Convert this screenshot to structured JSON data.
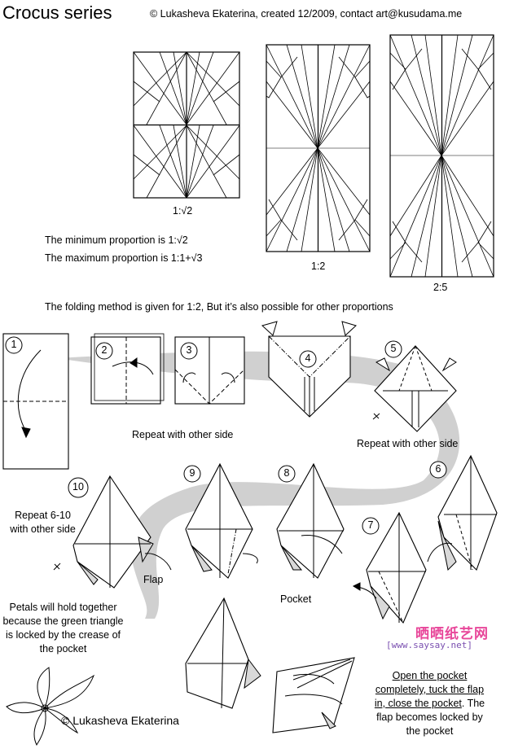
{
  "header": {
    "title": "Crocus series",
    "credit": "© Lukasheva Ekaterina, created 12/2009, contact art@kusudama.me"
  },
  "patterns": [
    {
      "label": "1:√2"
    },
    {
      "label": "1:2"
    },
    {
      "label": "2:5"
    }
  ],
  "proportion_notes": {
    "min": "The minimum proportion is 1:√2",
    "max": "The maximum proportion is 1:1+√3"
  },
  "method_note": "The folding method is given for 1:2, But it’s also possible for other proportions",
  "steps": [
    "1",
    "2",
    "3",
    "4",
    "5",
    "6",
    "7",
    "8",
    "9",
    "10"
  ],
  "captions": {
    "repeat_other_side_1": "Repeat with other side",
    "repeat_other_side_2": "Repeat with other side",
    "repeat_6_10": [
      "Repeat 6-10",
      "with other side"
    ],
    "flap": "Flap",
    "pocket": "Pocket",
    "petals_note": [
      "Petals will hold together",
      "because the green triangle",
      "is locked by the crease of",
      "the pocket"
    ],
    "final_note_underlined": [
      "Open the pocket",
      "completely, tuck the flap",
      "in, close the pocket"
    ],
    "final_note_rest": [
      ". The",
      "flap becomes locked by",
      "the pocket"
    ]
  },
  "watermark": {
    "site_name": "晒晒纸艺网",
    "site_url": "[www.saysay.net]"
  },
  "footer": {
    "credit": "© Lukasheva Ekaterina"
  },
  "colors": {
    "ribbon": "#cfcfcf",
    "watermark_pink": "#e8479a",
    "watermark_purple": "#7a4fb0",
    "shade": "#d9d9d9"
  }
}
